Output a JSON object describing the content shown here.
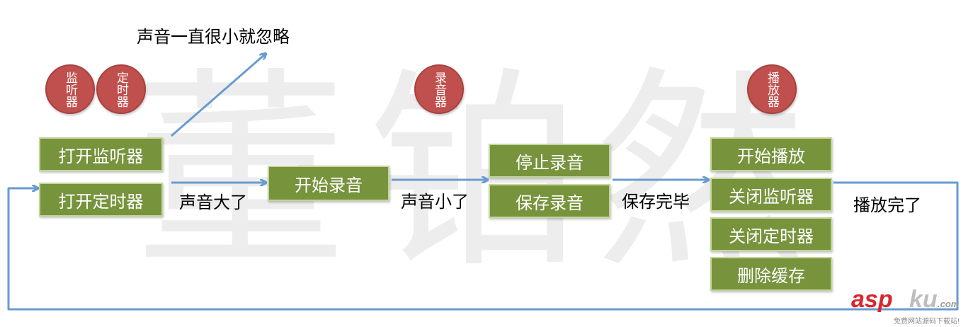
{
  "watermark": [
    "董",
    "铂",
    "然"
  ],
  "circles": {
    "listener": "监听器",
    "timer": "定时器",
    "recorder": "录音器",
    "player": "播放器"
  },
  "boxes": {
    "open_listener": "打开监听器",
    "open_timer": "打开定时器",
    "start_recording": "开始录音",
    "stop_recording": "停止录音",
    "save_recording": "保存录音",
    "start_playback": "开始播放",
    "close_listener": "关闭监听器",
    "close_timer": "关闭定时器",
    "delete_cache": "删除缓存"
  },
  "labels": {
    "ignore": "声音一直很小就忽略",
    "louder": "声音大了",
    "quieter": "声音小了",
    "saved": "保存完毕",
    "playback_done": "播放完了"
  },
  "logo": {
    "brand_a": "asp",
    "brand_b": "ku",
    "suffix": ".com",
    "tagline": "免费网站源码下载站!"
  },
  "colors": {
    "box_fill": "#77933c",
    "circle_fill": "#c0504d",
    "arrow": "#6a9bd0"
  }
}
